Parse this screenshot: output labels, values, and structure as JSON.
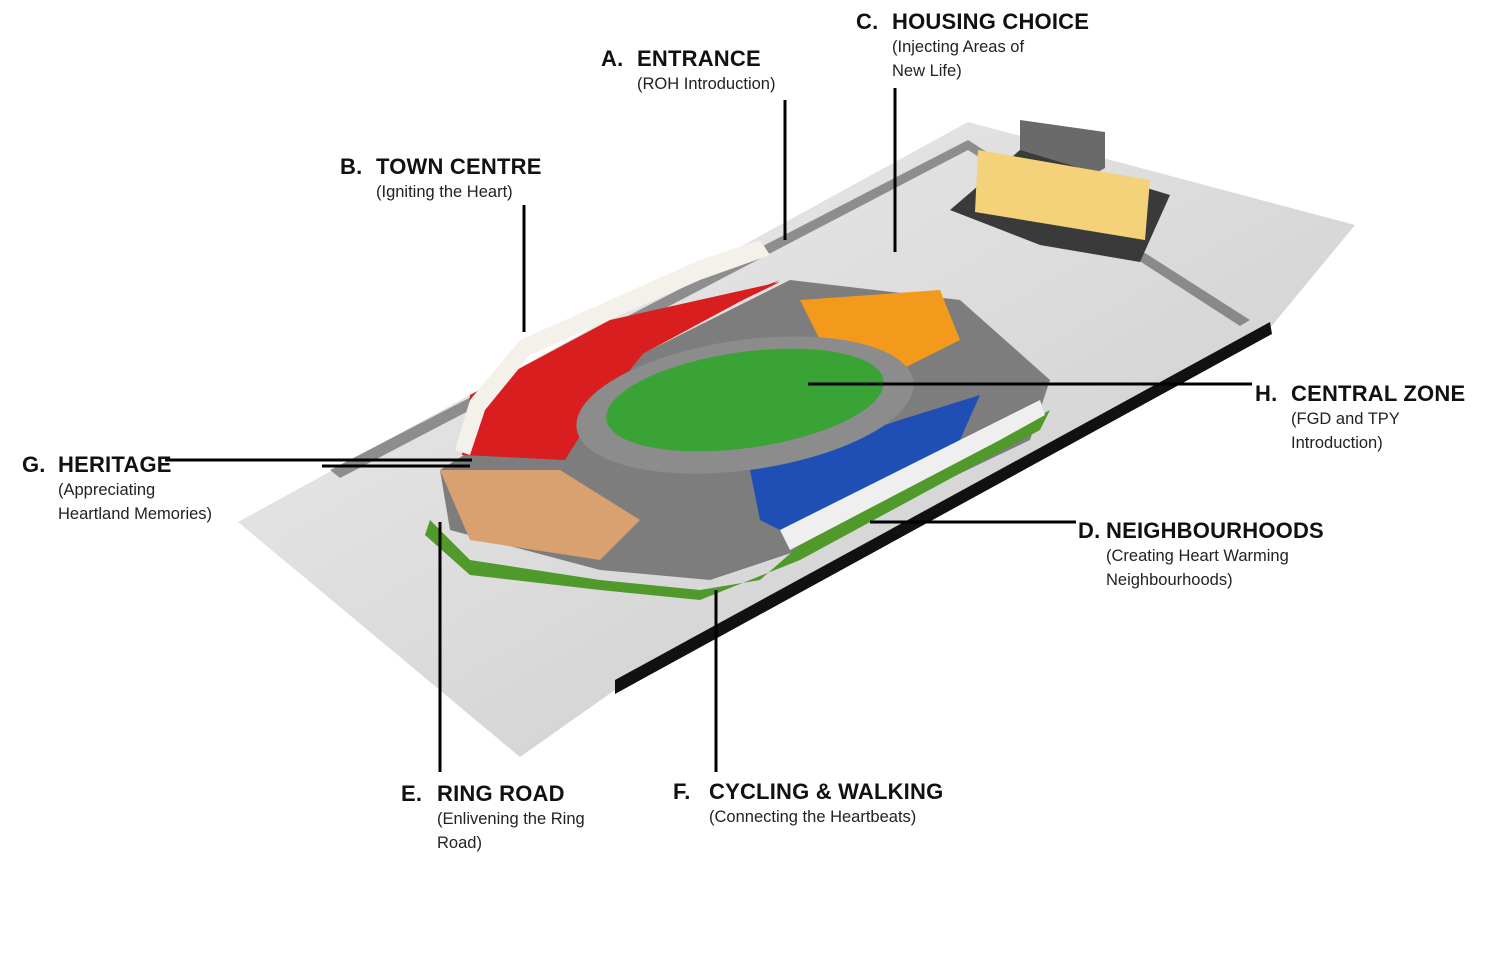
{
  "labels": {
    "a": {
      "letter": "A.",
      "title": "ENTRANCE",
      "sub": [
        "(ROH Introduction)"
      ]
    },
    "b": {
      "letter": "B.",
      "title": "TOWN CENTRE",
      "sub": [
        "(Igniting the Heart)"
      ]
    },
    "c": {
      "letter": "C.",
      "title": "HOUSING CHOICE",
      "sub": [
        "(Injecting Areas of",
        "New Life)"
      ]
    },
    "d": {
      "letter": "D.",
      "title": "NEIGHBOURHOODS",
      "sub": [
        "(Creating Heart Warming",
        "Neighbourhoods)"
      ]
    },
    "e": {
      "letter": "E.",
      "title": "RING ROAD",
      "sub": [
        "(Enlivening the Ring",
        "Road)"
      ]
    },
    "f": {
      "letter": "F.",
      "title": "CYCLING & WALKING",
      "sub": [
        "(Connecting the Heartbeats)"
      ]
    },
    "g": {
      "letter": "G.",
      "title": "HERITAGE",
      "sub": [
        "(Appreciating",
        "Heartland Memories)"
      ]
    },
    "h": {
      "letter": "H.",
      "title": "CENTRAL ZONE",
      "sub": [
        "(FGD and TPY",
        "Introduction)"
      ]
    }
  },
  "colors": {
    "town_centre": "#d81e1e",
    "central_green": "#3aa335",
    "housing": "#f39a1c",
    "neighbourhoods": "#1f4fb5",
    "road": "#8a8a8a",
    "floor": "#d6d6d6"
  }
}
